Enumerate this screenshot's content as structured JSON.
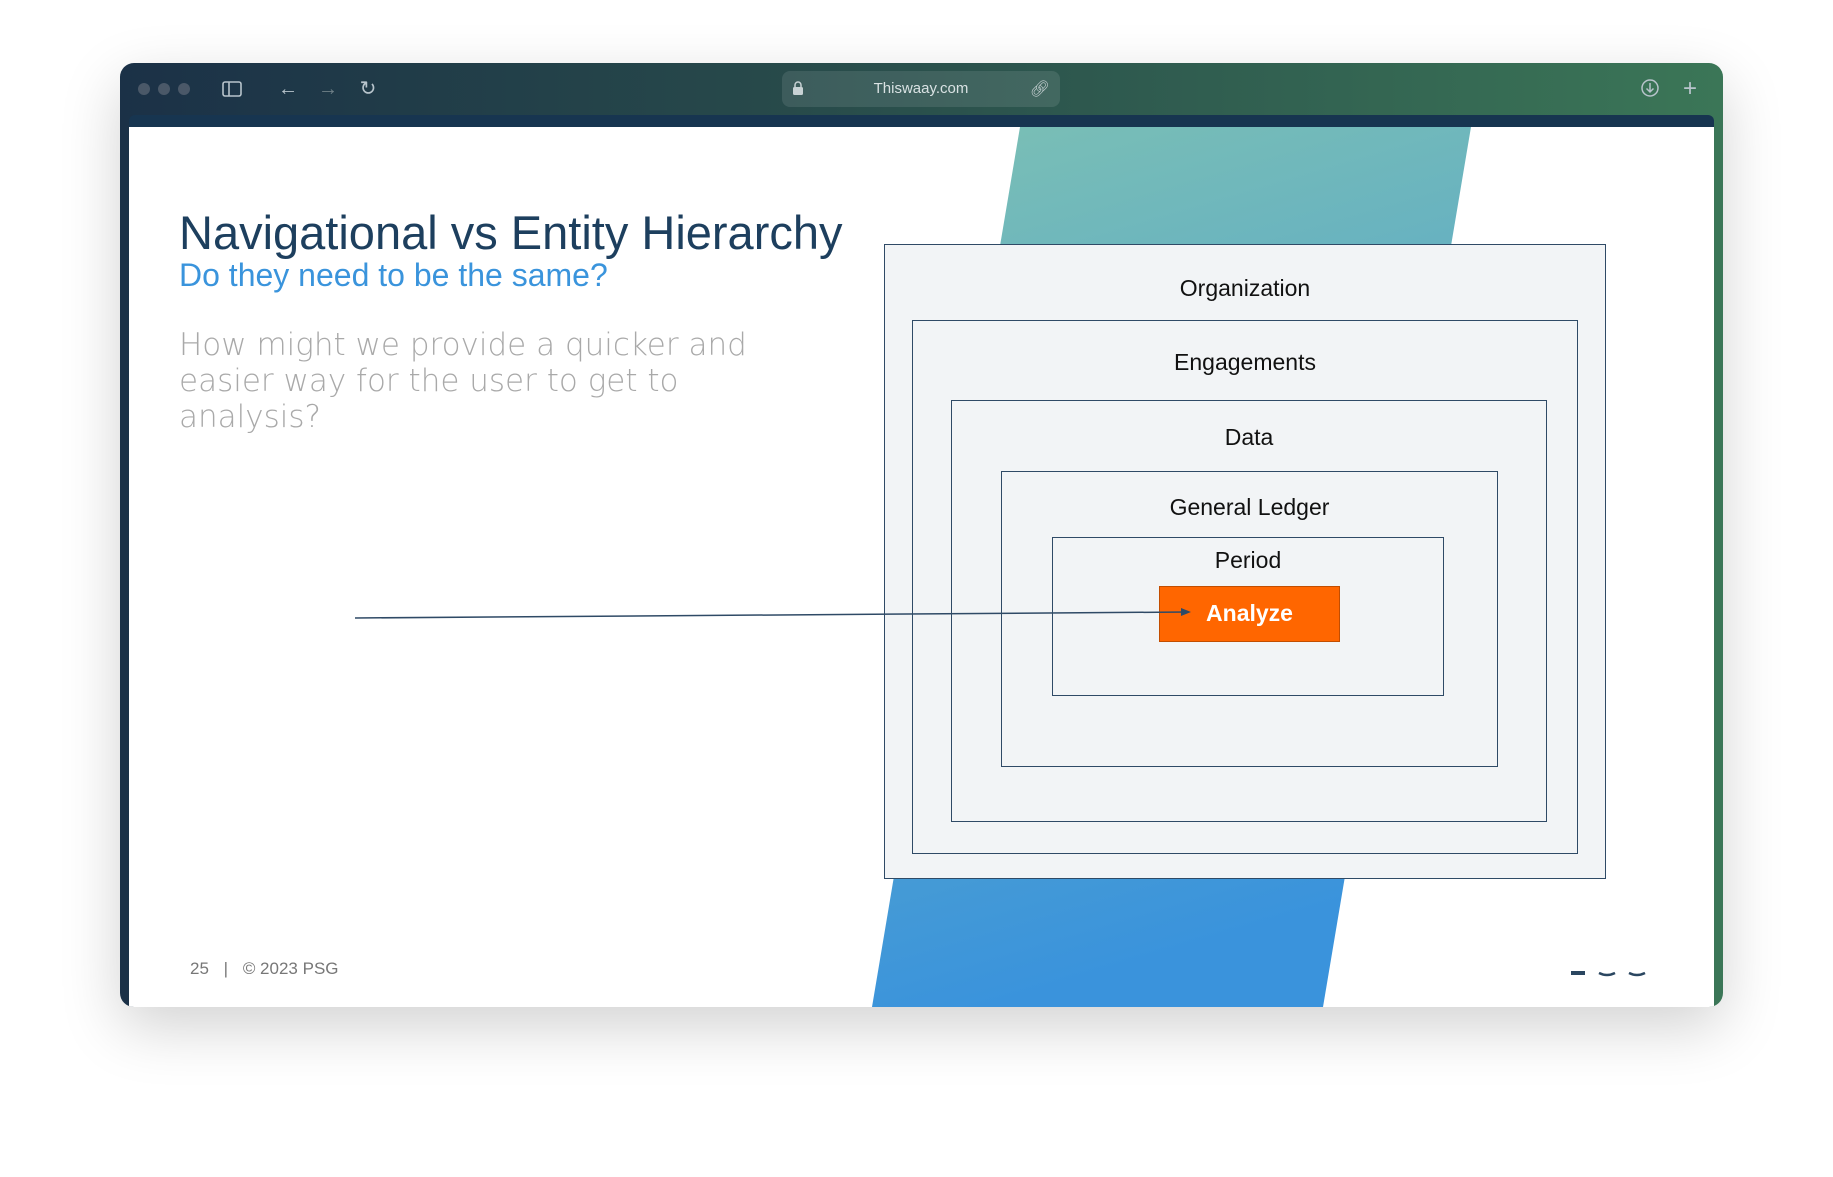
{
  "browser": {
    "url": "Thiswaay.com",
    "icons": [
      "sidebar-icon",
      "back-arrow-icon",
      "forward-arrow-icon",
      "reload-icon",
      "lock-icon",
      "link-icon",
      "download-icon",
      "new-tab-icon"
    ]
  },
  "slide": {
    "title": "Navigational vs Entity Hierarchy",
    "subtitle": "Do they need to be the same?",
    "body": "How might we provide a quicker and easier way for the user to get to analysis?",
    "hierarchy": [
      "Organization",
      "Engagements",
      "Data",
      "General Ledger",
      "Period"
    ],
    "action_label": "Analyze",
    "footer": {
      "page": "25",
      "separator": "|",
      "copyright": "© 2023 PSG"
    }
  },
  "colors": {
    "accent": "#ff6600",
    "title": "#1d3f5e",
    "subtitle": "#3a94dc"
  }
}
